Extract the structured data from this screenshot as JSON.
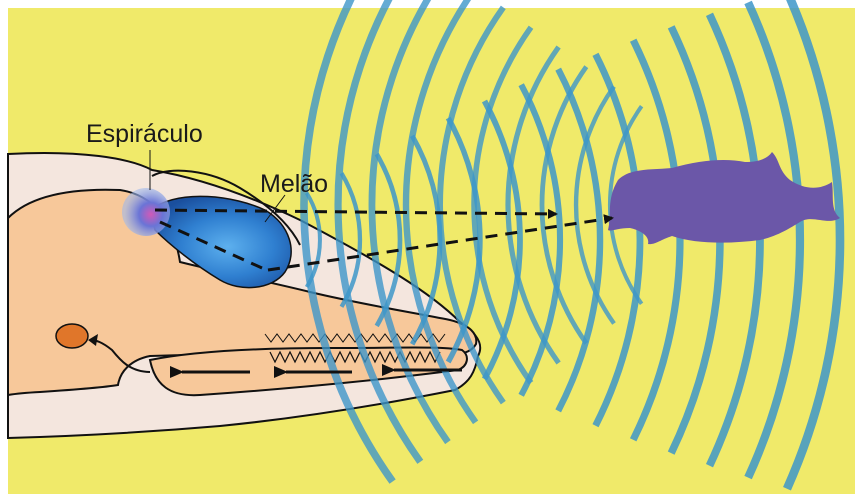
{
  "labels": {
    "blowhole": "Espiráculo",
    "melon": "Melão"
  },
  "colors": {
    "background": "#f0ea6a",
    "skull": "#f7c89a",
    "head_skin": "#f4e6de",
    "melon": "#2f7fd0",
    "sound_waves": "#3d96c9",
    "fish": "#6b57a8",
    "ear": "#e0762a",
    "outline": "#111111"
  },
  "icons": [
    "dolphin-head",
    "melon",
    "fish",
    "ear-bone",
    "sound-wave",
    "dashed-arrow",
    "solid-arrow"
  ]
}
